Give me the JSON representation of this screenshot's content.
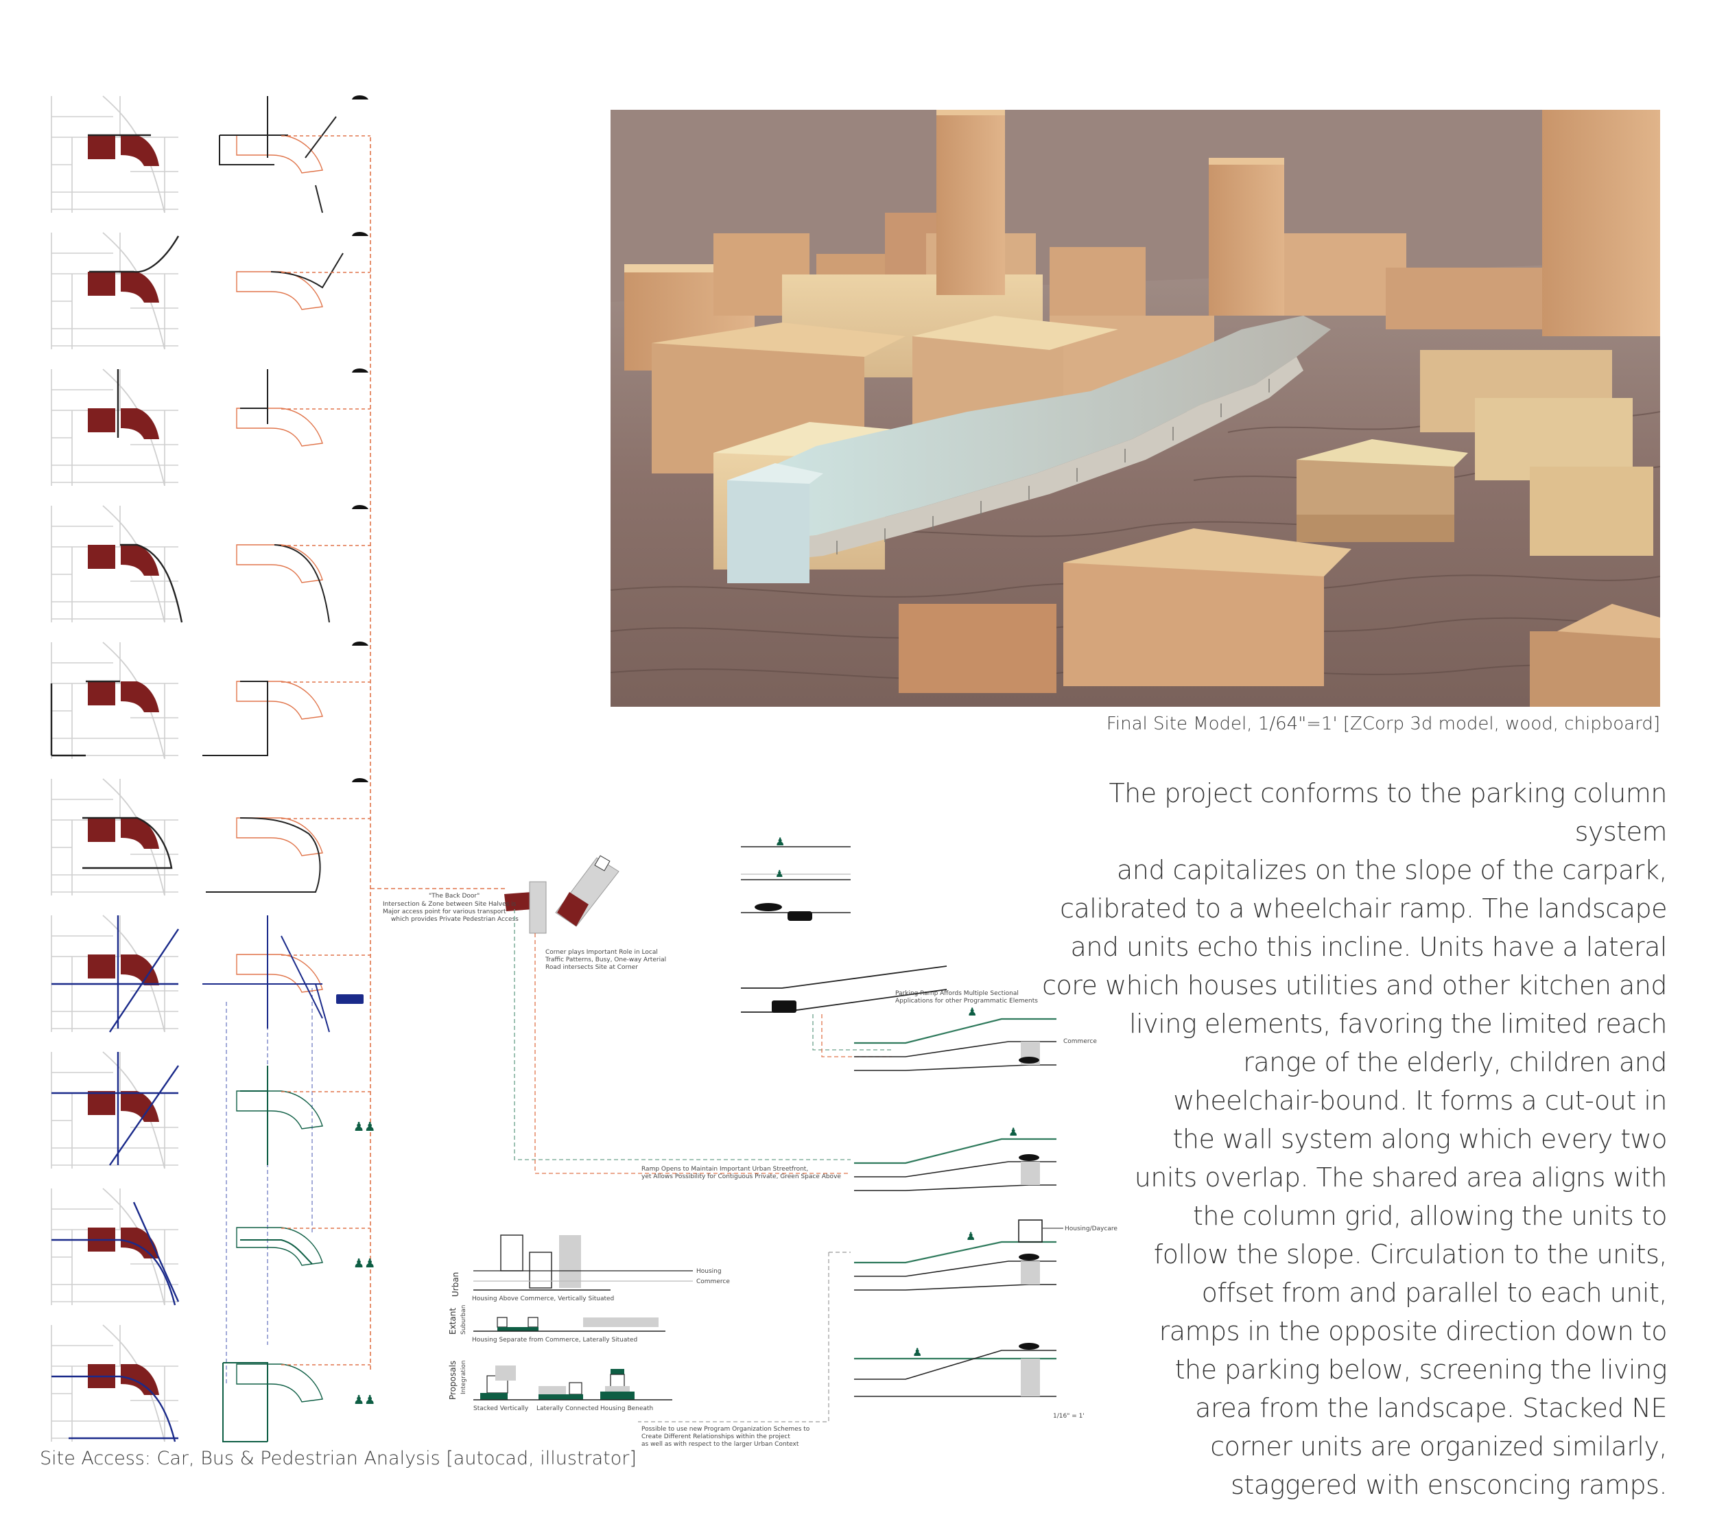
{
  "colors": {
    "site_red": "#7f1f1f",
    "street_grey": "#cfcfcf",
    "road_black": "#222222",
    "bus_blue": "#1a2a8a",
    "pedestrian_green": "#0e5e44",
    "link_orange": "#e0744a",
    "link_blue": "#7a86c8",
    "link_green": "#2f7a5c",
    "program_grey": "#d0d0d0",
    "model_wood": "#d9ab80",
    "model_base": "#8a716a"
  },
  "photo": {
    "caption": "Final Site Model, 1/64\"=1' [ZCorp 3d model, wood, chipboard]"
  },
  "access_analysis": {
    "caption": "Site Access: Car, Bus & Pedestrian Analysis [autocad, illustrator]",
    "rows": [
      {
        "mode": "car",
        "icon": "car-icon"
      },
      {
        "mode": "car",
        "icon": "car-icon"
      },
      {
        "mode": "car",
        "icon": "car-icon"
      },
      {
        "mode": "car",
        "icon": "car-icon"
      },
      {
        "mode": "car",
        "icon": "car-icon"
      },
      {
        "mode": "car",
        "icon": "car-icon"
      },
      {
        "mode": "bus",
        "icon": "bus-icon"
      },
      {
        "mode": "pedestrian",
        "icon": "pedestrian-icon"
      },
      {
        "mode": "pedestrian",
        "icon": "pedestrian-icon"
      },
      {
        "mode": "pedestrian",
        "icon": "pedestrian-icon"
      }
    ]
  },
  "annotations": {
    "back_door_title": "\"The Back Door\"",
    "back_door_body": [
      "Intersection & Zone between Site Halves is",
      "Major access point for various transport",
      "which provides Private Pedestrian Access"
    ],
    "corner_note": [
      "Corner plays Important Role in Local",
      "Traffic Patterns, Busy, One-way Arterial",
      "Road intersects Site at Corner"
    ],
    "parking_ramp_note": [
      "Parking Ramp Affords Multiple Sectional",
      "Applications for other Programmatic Elements"
    ],
    "ramp_open_note": [
      "Ramp Opens to Maintain Important Urban Streetfront,",
      "yet Allows Possibility for Contiguous Private, Green Space Above"
    ],
    "possible_note": [
      "Possible to use new Program Organization Schemes to",
      "Create Different Relationships within the project",
      "as well as with respect to the larger Urban Context"
    ],
    "commerce_label": "Commerce",
    "housing_daycare_label": "Housing/Daycare",
    "scale_label": "1/16\" = 1'"
  },
  "program_diagrams": {
    "urban_label": "Urban",
    "extant_label": "Extant",
    "extant_sub": "Suburban",
    "proposals_label": "Proposals",
    "proposals_sub": "Integration",
    "housing_label": "Housing",
    "commerce_label": "Commerce",
    "urban_caption": "Housing Above Commerce, Vertically Situated",
    "extant_caption": "Housing Separate from Commerce, Laterally Situated",
    "proposal_captions": [
      "Stacked Vertically",
      "Laterally Connected",
      "Housing Beneath"
    ]
  },
  "description": "The project conforms to the parking column system and capitalizes on the slope of the carpark, calibrated to a wheelchair ramp. The landscape and units echo this incline. Units have a lateral core which houses utilities and other kitchen and living elements, favoring the limited reach range of the elderly, children and wheelchair-bound. It forms a cut-out in the wall system along which every two units overlap. The shared area aligns with the column grid, allowing the units to follow the slope. Circulation to the units, offset from and parallel to each unit, ramps in the opposite direction down to the parking below, screening the living area from the landscape. Stacked NE corner units are organized similarly, staggered with ensconcing ramps.",
  "description_lines": [
    "The project conforms to the parking column system",
    "and capitalizes on the slope of the carpark,",
    "calibrated to a wheelchair ramp. The landscape",
    "and units echo this incline. Units have a lateral",
    "core which houses utilities and other kitchen and",
    "living elements, favoring the limited reach",
    "range of the elderly, children and",
    "wheelchair-bound. It forms a cut-out in",
    "the wall system along which every two",
    "units overlap. The shared area aligns with",
    "the column grid, allowing the units to",
    "follow the slope. Circulation to the units,",
    "offset from and parallel to each unit,",
    "ramps in the opposite direction down to",
    "the parking below, screening the living",
    "area from the landscape. Stacked NE",
    "corner units are organized similarly,",
    "staggered with ensconcing ramps."
  ]
}
